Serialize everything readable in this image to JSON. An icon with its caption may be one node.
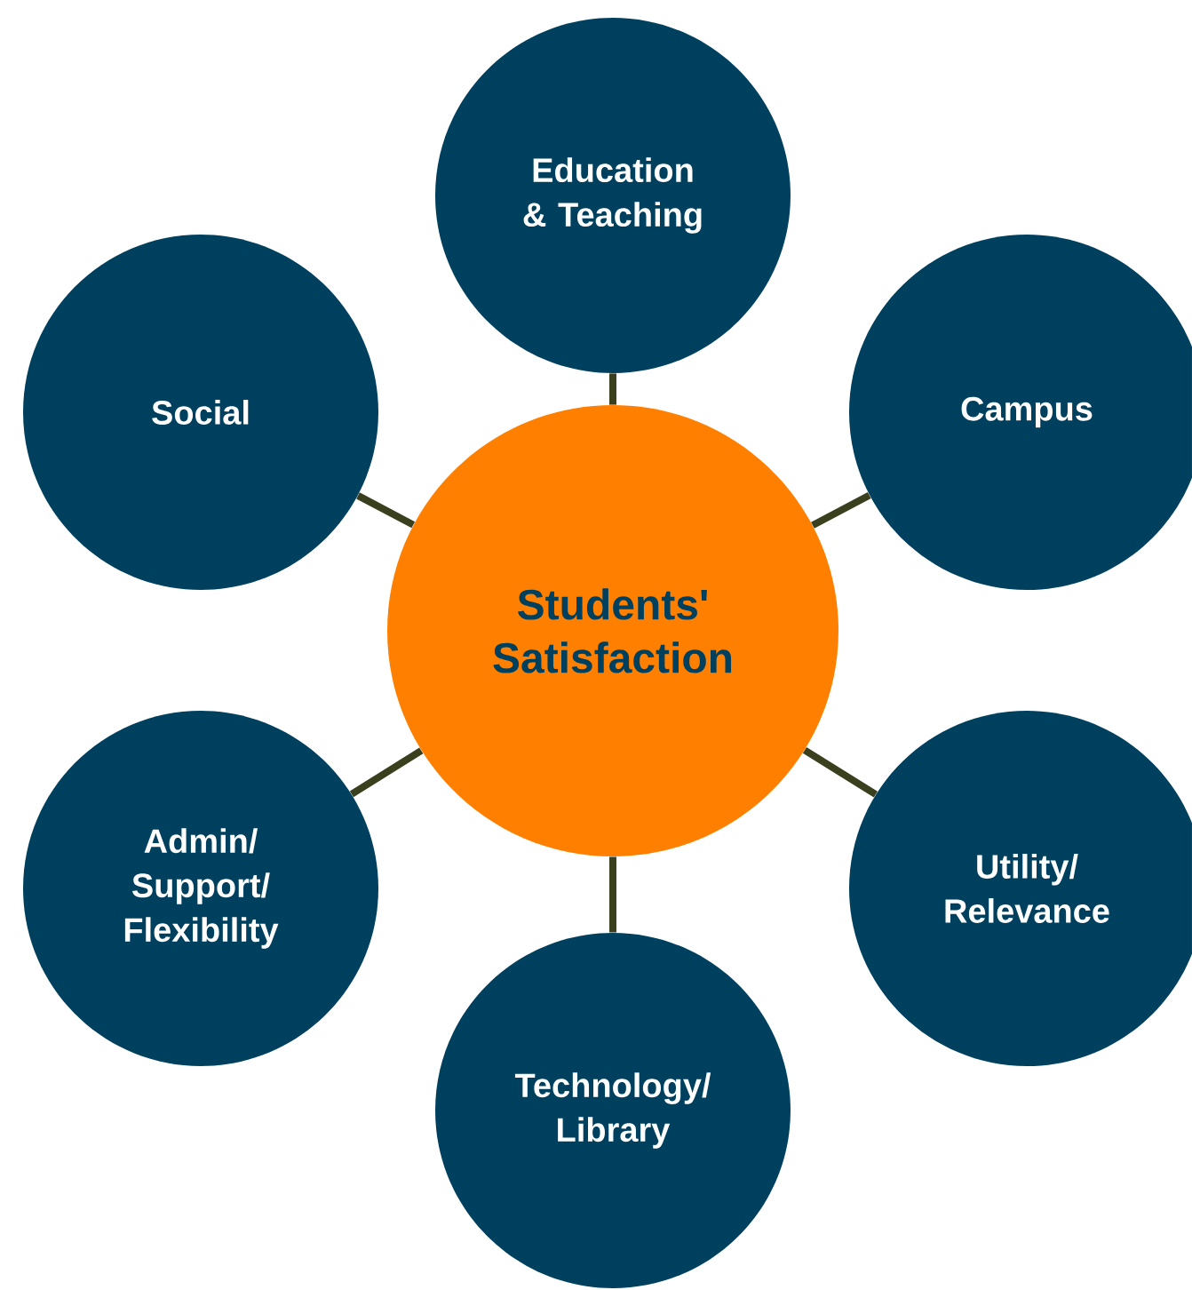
{
  "diagram": {
    "nodes": [
      {
        "text": [
          "Education & Teaching"
        ]
      },
      {
        "text": [
          "Social"
        ]
      },
      {
        "text": [
          "Campus"
        ]
      },
      {
        "text": [
          "Students' Satisfaction"
        ]
      },
      {
        "text": [
          "Admin/ Support/ Flexibility"
        ]
      },
      {
        "text": [
          "Utility/ Relevance"
        ]
      },
      {
        "text": [
          "Technology/ Library"
        ]
      }
    ],
    "edges": [
      {
        "from": 3,
        "to": 0,
        "arrow": "none"
      },
      {
        "from": 3,
        "to": 1,
        "arrow": "none"
      },
      {
        "from": 3,
        "to": 2,
        "arrow": "none"
      },
      {
        "from": 3,
        "to": 4,
        "arrow": "none"
      },
      {
        "from": 3,
        "to": 5,
        "arrow": "none"
      },
      {
        "from": 3,
        "to": 6,
        "arrow": "none"
      }
    ]
  }
}
